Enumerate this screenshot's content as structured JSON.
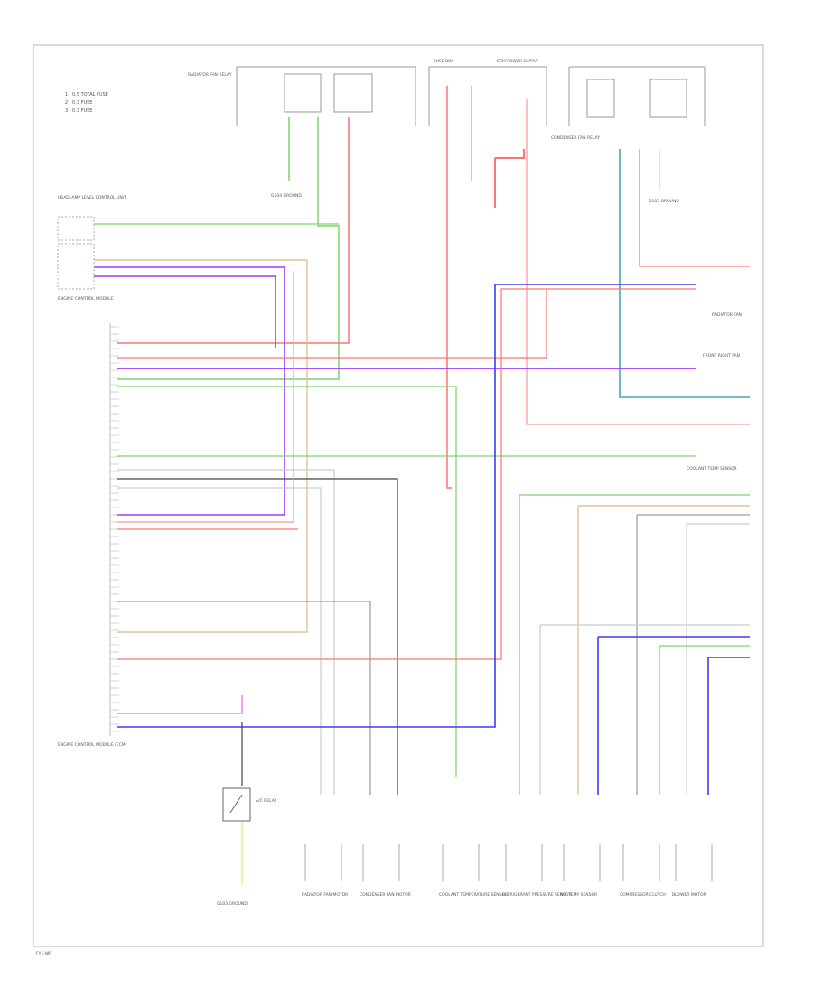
{
  "legend": {
    "items": [
      "1 : 0.5 TOTAL FUSE",
      "2 : 0.3 FUSE",
      "3 : 0.3 FUSE"
    ]
  },
  "footer": {
    "code": "FY1-WR"
  },
  "colors": {
    "green": "#7fd36a",
    "red": "#ff7373",
    "pink": "#ff9aa0",
    "blue": "#3b3bff",
    "violet": "#9a3bff",
    "teal": "#2a8f9a",
    "tan": "#d9b980",
    "gray": "#9a9a9a",
    "dark": "#444444",
    "magenta": "#ff5ae0",
    "yellow": "#e5e570",
    "light": "#cccccc"
  },
  "top_components": {
    "left_relay": "RADIATOR FAN RELAY",
    "center_fuses": "FUSE BOX",
    "right_relay": "CONDENSER FAN RELAY",
    "left_ground": "G104 GROUND",
    "right_ground": "G105 GROUND",
    "center_note": "ECM POWER SUPPLY"
  },
  "left_module": {
    "upper_label": "HEADLAMP LEVEL CONTROL UNIT",
    "mid_label": "ENGINE CONTROL MODULE",
    "bottom_label": "ENGINE CONTROL MODULE (ECM)"
  },
  "right_labels": {
    "r1": "RADIATOR FAN",
    "r2": "FRONT RIGHT FAN",
    "r3": "COOLANT TEMP SENSOR"
  },
  "bottom_components": [
    "RADIATOR FAN MOTOR",
    "CONDENSER FAN MOTOR",
    "COOLANT TEMPERATURE SENSOR",
    "REFRIGERANT PRESSURE SENSOR",
    "AIR TEMP SENSOR",
    "COMPRESSOR CLUTCH",
    "BLOWER MOTOR"
  ],
  "bottom_left_ground": "G103 GROUND",
  "relay_bottom": "A/C RELAY"
}
